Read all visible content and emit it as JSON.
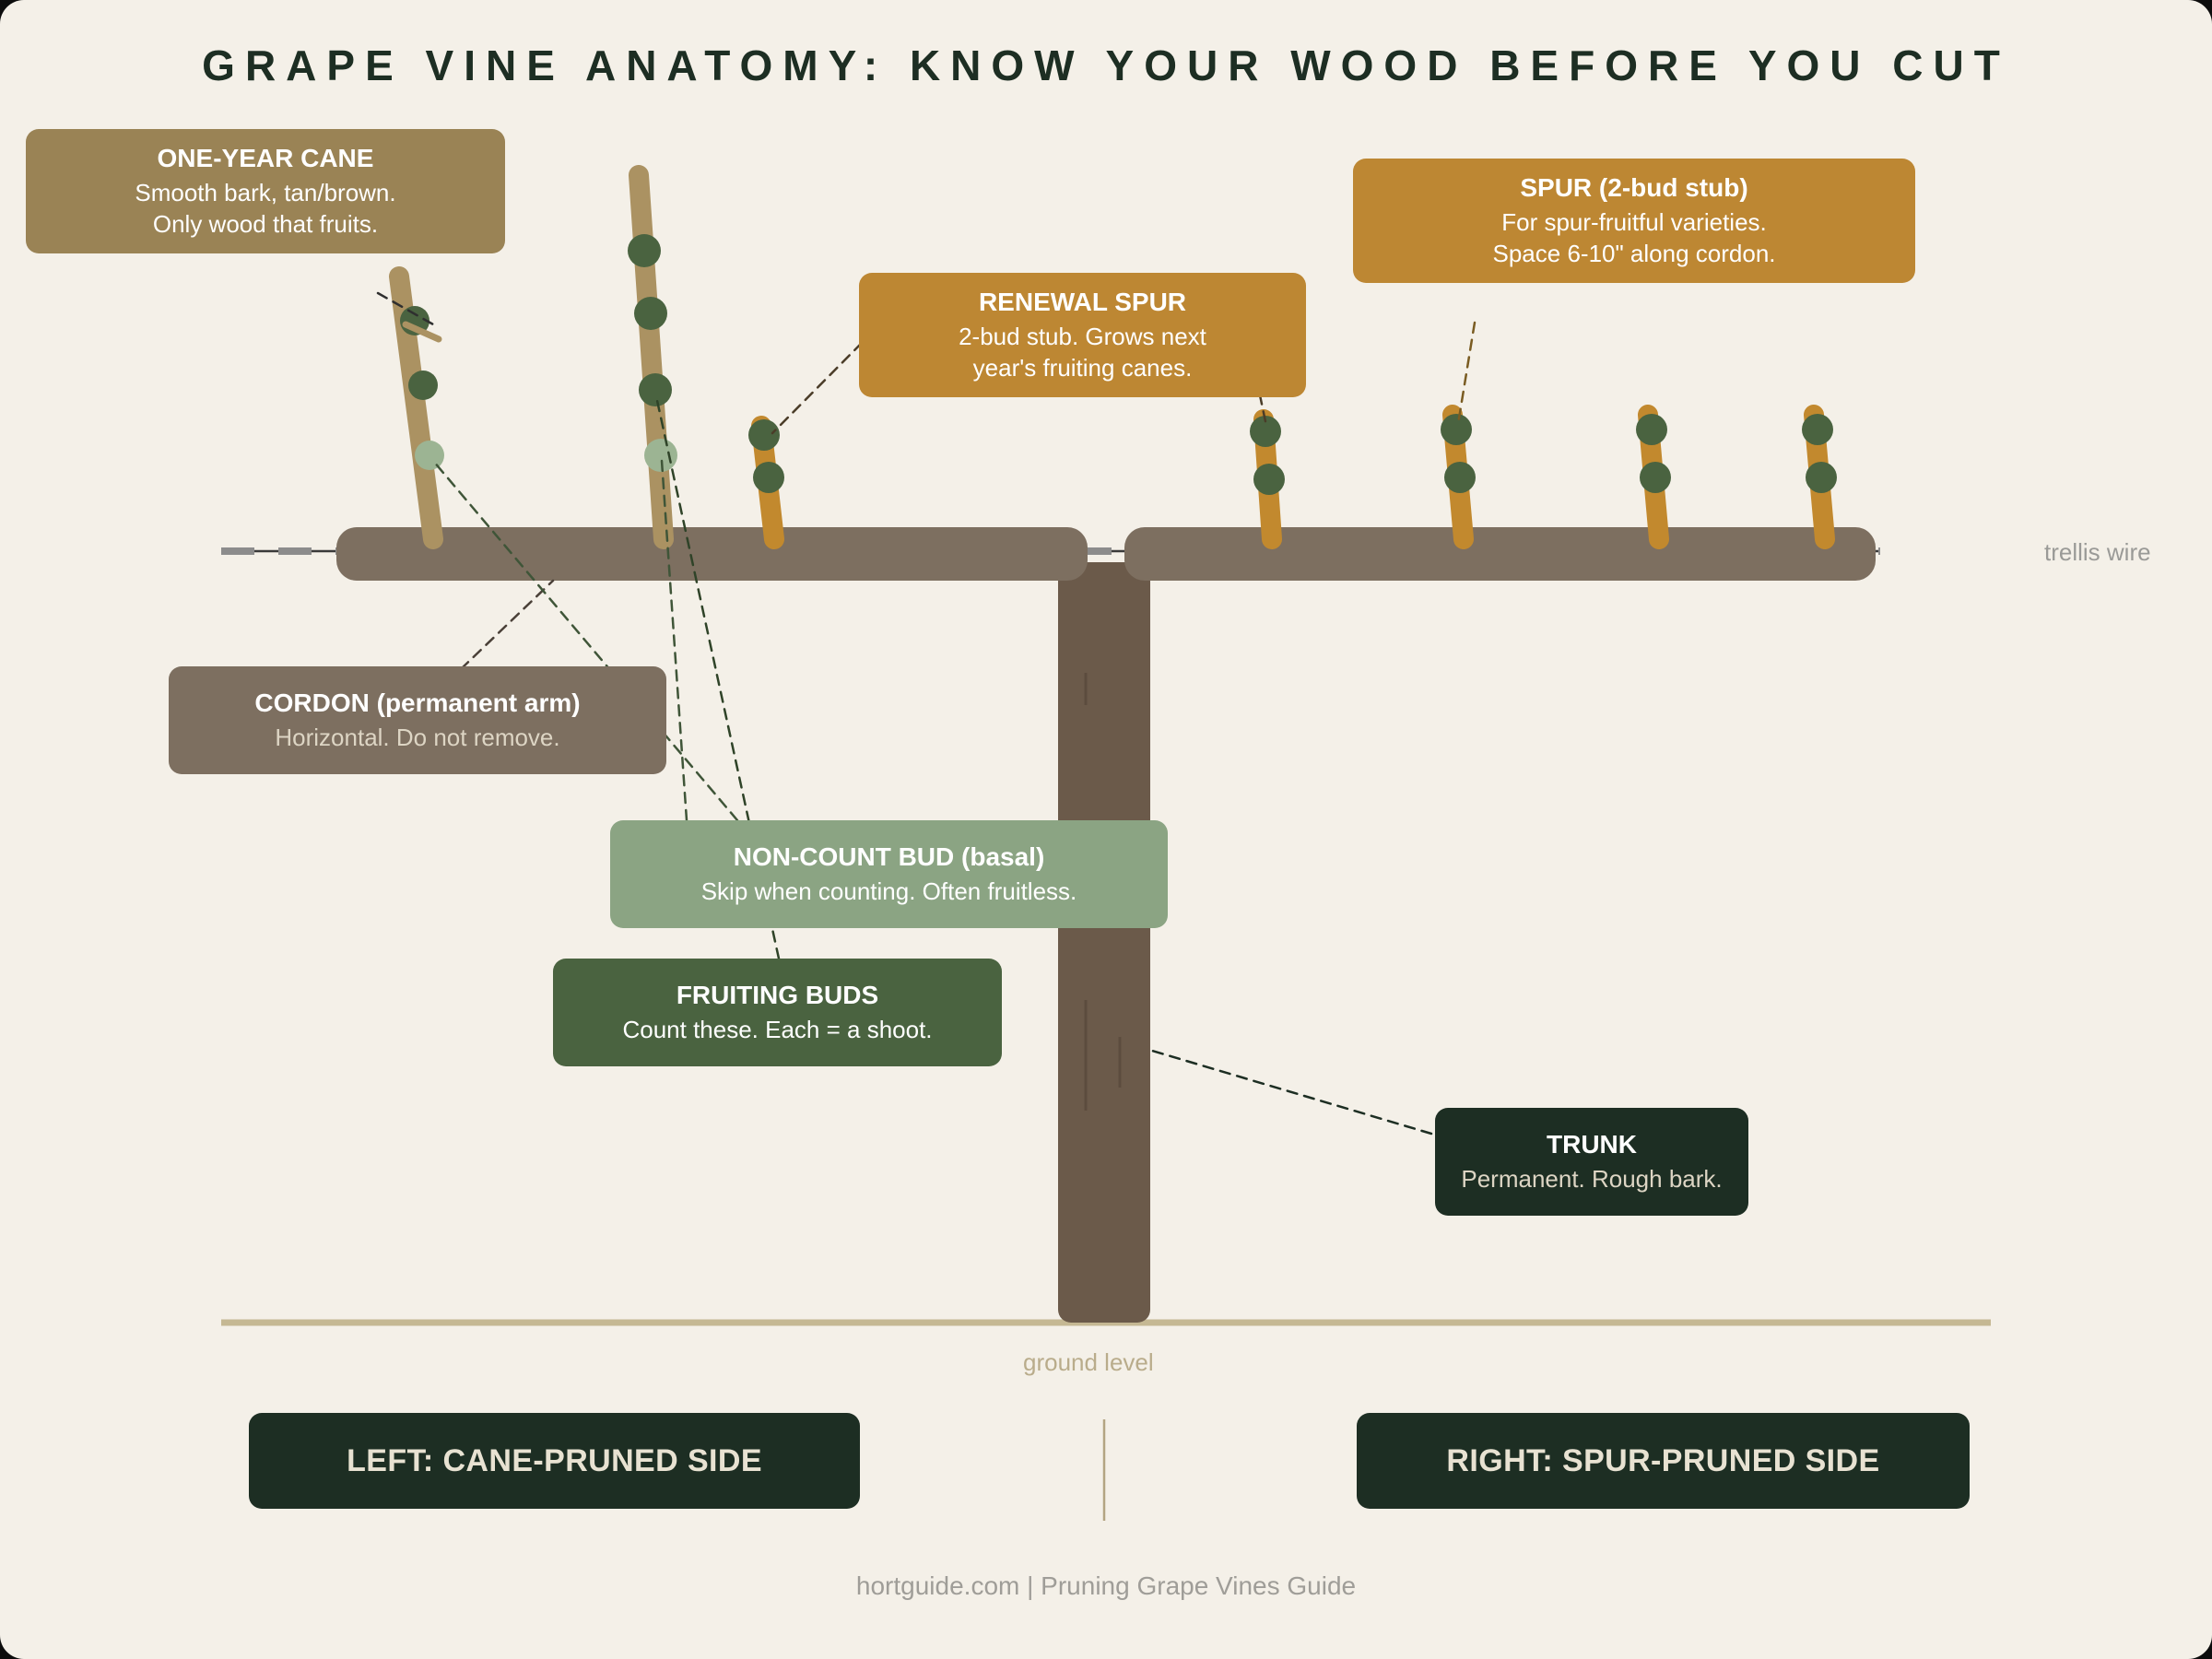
{
  "title": "GRAPE VINE ANATOMY: KNOW YOUR WOOD BEFORE YOU CUT",
  "footer": "hortguide.com | Pruning Grape Vines Guide",
  "annotations": {
    "trellis_wire": "trellis wire",
    "ground_level": "ground level"
  },
  "callouts": [
    {
      "id": "one-year-cane",
      "title": "ONE-YEAR CANE",
      "line1": "Smooth bark, tan/brown.",
      "line2": "Only wood that fruits.",
      "bg": "#9a8355",
      "body_color": "#ffffff"
    },
    {
      "id": "renewal-spur",
      "title": "RENEWAL SPUR",
      "line1": "2-bud stub. Grows next",
      "line2": "year's fruiting canes.",
      "bg": "#bd8733",
      "body_color": "#ffffff"
    },
    {
      "id": "spur",
      "title": "SPUR (2-bud stub)",
      "line1": "For spur-fruitful varieties.",
      "line2": "Space 6-10\" along cordon.",
      "bg": "#bd8733",
      "body_color": "#ffffff"
    },
    {
      "id": "cordon",
      "title": "CORDON (permanent arm)",
      "line1": "Horizontal. Do not remove.",
      "line2": "",
      "bg": "#7d6f60",
      "body_color": "#ddd5c4"
    },
    {
      "id": "non-count-bud",
      "title": "NON-COUNT BUD (basal)",
      "line1": "Skip when counting. Often fruitless.",
      "line2": "",
      "bg": "#8ba483",
      "body_color": "#ffffff"
    },
    {
      "id": "fruiting-buds",
      "title": "FRUITING BUDS",
      "line1": "Count these. Each = a shoot.",
      "line2": "",
      "bg": "#4a6340",
      "body_color": "#ffffff"
    },
    {
      "id": "trunk",
      "title": "TRUNK",
      "line1": "Permanent. Rough bark.",
      "line2": "",
      "bg": "#1d2e23",
      "body_color": "#ddd5c4"
    }
  ],
  "side_labels": {
    "left": "LEFT: CANE-PRUNED SIDE",
    "right": "RIGHT: SPUR-PRUNED SIDE"
  },
  "colors": {
    "background": "#f4f0e8",
    "title_text": "#1d2e23",
    "cane": "#ab9262",
    "spur": "#c2892e",
    "cordon": "#7d6f60",
    "trunk": "#6b5a4a",
    "bud_fruiting": "#4a6340",
    "bud_noncount": "#9cb493",
    "ground_line": "#c5b893",
    "wire": "#8c8c8c"
  },
  "vine": {
    "trunk_label": "trunk",
    "cordon_left_label": "left cordon",
    "cordon_right_label": "right cordon",
    "canes": [
      {
        "id": "cane-1",
        "buds_fruiting": 2,
        "buds_noncount": 1
      },
      {
        "id": "cane-2",
        "buds_fruiting": 3,
        "buds_noncount": 1
      }
    ],
    "renewal_spurs": [
      {
        "id": "renewal-spur-1",
        "buds": 2
      },
      {
        "id": "renewal-spur-2",
        "buds": 2
      }
    ],
    "spurs": [
      {
        "id": "spur-1",
        "buds": 2
      },
      {
        "id": "spur-2",
        "buds": 2
      },
      {
        "id": "spur-3",
        "buds": 2
      },
      {
        "id": "spur-4",
        "buds": 2
      }
    ]
  }
}
